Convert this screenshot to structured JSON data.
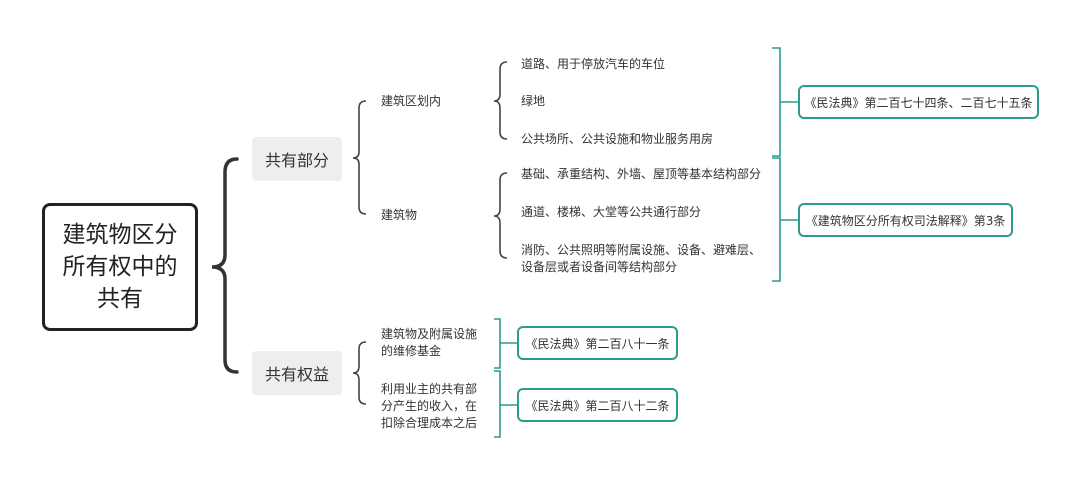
{
  "root": {
    "text": "建筑物区分所有权中的共有"
  },
  "sections": [
    {
      "label": "共有部分",
      "groups": [
        {
          "label": "建筑区划内",
          "items": [
            "道路、用于停放汽车的车位",
            "绿地",
            "公共场所、公共设施和物业服务用房"
          ],
          "law": "《民法典》第二百七十四条、二百七十五条"
        },
        {
          "label": "建筑物",
          "items": [
            "基础、承重结构、外墙、屋顶等基本结构部分",
            "通道、楼梯、大堂等公共通行部分",
            "消防、公共照明等附属设施、设备、避难层、设备层或者设备间等结构部分"
          ],
          "law": "《建筑物区分所有权司法解释》第3条"
        }
      ]
    },
    {
      "label": "共有权益",
      "groups": [
        {
          "label": "建筑物及附属设施的维修基金",
          "law": "《民法典》第二百八十一条"
        },
        {
          "label": "利用业主的共有部分产生的收入，在扣除合理成本之后",
          "law": "《民法典》第二百八十二条"
        }
      ]
    }
  ],
  "colors": {
    "bracket": "#444444",
    "law_border": "#2d9c8c",
    "section_bg": "#eeeeee"
  }
}
